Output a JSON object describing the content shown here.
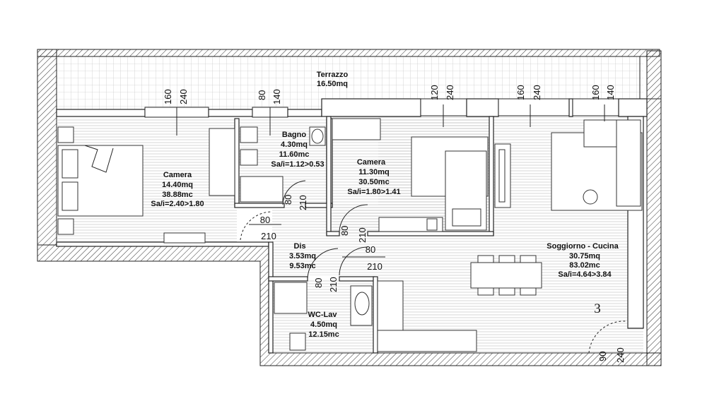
{
  "rooms": {
    "terrazzo": {
      "name": "Terrazzo",
      "area": "16.50mq"
    },
    "camera1": {
      "name": "Camera",
      "area": "14.40mq",
      "volume": "38.88mc",
      "ratio": "Sa/i=2.40>1.80"
    },
    "bagno": {
      "name": "Bagno",
      "area": "4.30mq",
      "volume": "11.60mc",
      "ratio": "Sa/i=1.12>0.53"
    },
    "camera2": {
      "name": "Camera",
      "area": "11.30mq",
      "volume": "30.50mc",
      "ratio": "Sa/i=1.80>1.41"
    },
    "dis": {
      "name": "Dis",
      "area": "3.53mq",
      "volume": "9.53mc"
    },
    "soggiorno": {
      "name": "Soggiorno - Cucina",
      "area": "30.75mq",
      "volume": "83.02mc",
      "ratio": "Sa/i=4.64>3.84"
    },
    "wclav": {
      "name": "WC-Lav",
      "area": "4.50mq",
      "volume": "12.15mc"
    }
  },
  "windows": {
    "w1": {
      "width": "160",
      "height": "240"
    },
    "w2": {
      "width": "80",
      "height": "140"
    },
    "w3": {
      "width": "120",
      "height": "240"
    },
    "w4": {
      "width": "160",
      "height": "240"
    },
    "w5": {
      "width": "160",
      "height": "140"
    }
  },
  "doors": {
    "bagno": {
      "width": "80",
      "height": "210"
    },
    "camera1": {
      "width": "80",
      "height": "210"
    },
    "camera2_v": {
      "width": "80",
      "height": "210"
    },
    "camera2_h": {
      "width": "80",
      "height": "210"
    },
    "wc": {
      "width": "80",
      "height": "210"
    },
    "entrance": {
      "width": "90",
      "height": "240"
    }
  },
  "unit_number": "3"
}
